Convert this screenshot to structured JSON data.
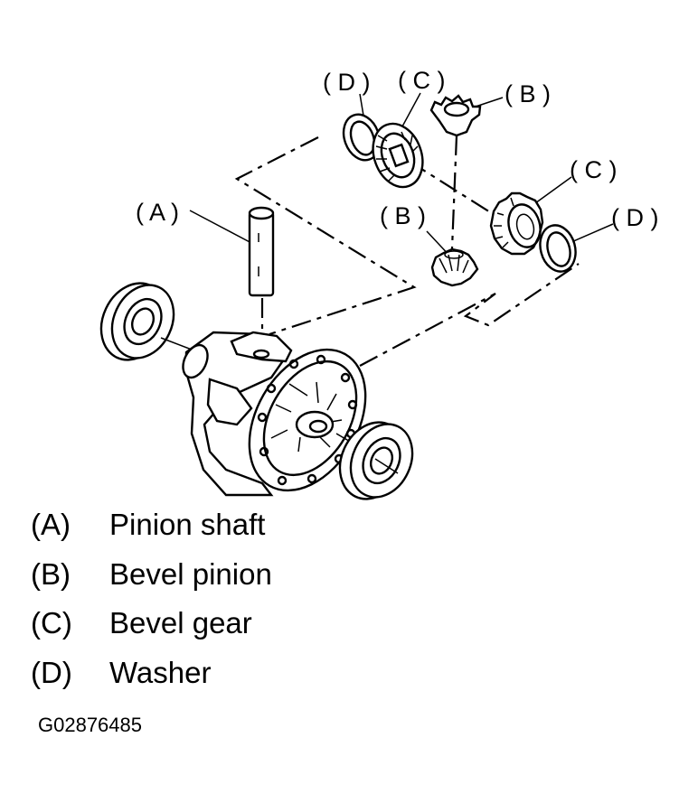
{
  "callouts": {
    "a": "( A )",
    "b_top": "( B )",
    "b_low": "( B )",
    "c_top": "( C )",
    "c_right": "( C )",
    "d_top": "( D )",
    "d_right": "( D )"
  },
  "legend": [
    {
      "key": "(A)",
      "text": "Pinion shaft"
    },
    {
      "key": "(B)",
      "text": "Bevel pinion"
    },
    {
      "key": "(C)",
      "text": "Bevel gear"
    },
    {
      "key": "(D)",
      "text": "Washer"
    }
  ],
  "figure_code": "G02876485"
}
